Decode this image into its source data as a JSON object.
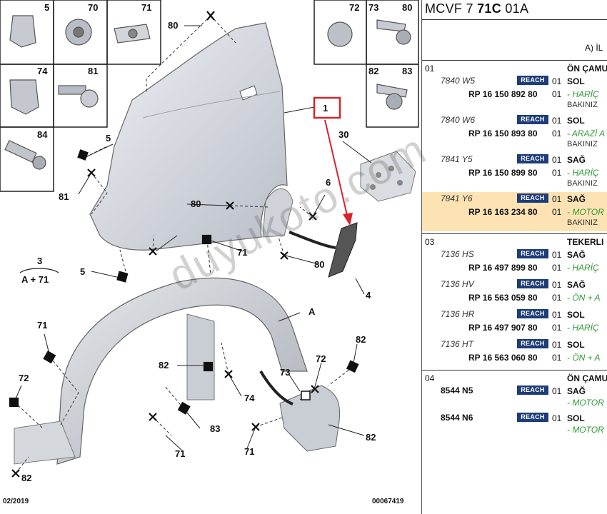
{
  "header": {
    "ref_prefix": "MCVF 7 ",
    "ref_bold": "71C",
    "ref_suffix": " 01A",
    "col_heading": "A) İL"
  },
  "callouts": [
    "5",
    "70",
    "71",
    "74",
    "81",
    "84",
    "72",
    "73",
    "80",
    "82",
    "83",
    "1",
    "30",
    "80",
    "5",
    "81",
    "80",
    "71",
    "3",
    "A + 71",
    "5",
    "80",
    "4",
    "A",
    "71",
    "72",
    "82",
    "74",
    "83",
    "71",
    "71",
    "82",
    "72",
    "82",
    "73",
    "6",
    "82"
  ],
  "watermark": "duyukoto.com",
  "footer": {
    "date": "02/2019",
    "code": "00067419"
  },
  "groups": [
    {
      "num": "01",
      "title": "ÖN ÇAMU",
      "items": [
        {
          "code": "7840 W5",
          "reach": "REACH",
          "qty1": "01",
          "side": "SOL",
          "rp": "RP 16 150 892 80",
          "qty2": "01",
          "note": "- HARİÇ",
          "note2": "BAKINIZ"
        },
        {
          "code": "7840 W6",
          "reach": "REACH",
          "qty1": "01",
          "side": "SOL",
          "rp": "RP 16 150 893 80",
          "qty2": "01",
          "note": "- ARAZİ A",
          "note2": "BAKINIZ"
        },
        {
          "code": "7841 Y5",
          "reach": "REACH",
          "qty1": "01",
          "side": "SAĞ",
          "rp": "RP 16 150 899 80",
          "qty2": "01",
          "note": "- HARİÇ",
          "note2": "BAKINIZ"
        },
        {
          "code": "7841 Y6",
          "reach": "REACH",
          "qty1": "01",
          "side": "SAĞ",
          "rp": "RP 16 163 234 80",
          "qty2": "01",
          "note": "- MOTOR",
          "note2": "BAKINIZ"
        }
      ]
    },
    {
      "num": "03",
      "title": "TEKERLI",
      "items": [
        {
          "code": "7136 HS",
          "reach": "REACH",
          "qty1": "01",
          "side": "SAĞ",
          "rp": "RP 16 497 899 80",
          "qty2": "01",
          "note": "- HARİÇ"
        },
        {
          "code": "7136 HV",
          "reach": "REACH",
          "qty1": "01",
          "side": "SAĞ",
          "rp": "RP 16 563 059 80",
          "qty2": "01",
          "note": "- ÖN + A"
        },
        {
          "code": "7136 HR",
          "reach": "REACH",
          "qty1": "01",
          "side": "SOL",
          "rp": "RP 16 497 907 80",
          "qty2": "01",
          "note": "- HARİÇ"
        },
        {
          "code": "7136 HT",
          "reach": "REACH",
          "qty1": "01",
          "side": "SOL",
          "rp": "RP 16 563 060 80",
          "qty2": "01",
          "note": "- ÖN + A"
        }
      ]
    },
    {
      "num": "04",
      "title": "ÖN ÇAMU",
      "items": [
        {
          "code": "8544 N5",
          "reach": "REACH",
          "qty1": "01",
          "side": "SAĞ",
          "note": "- MOTOR"
        },
        {
          "code": "8544 N6",
          "reach": "REACH",
          "qty1": "01",
          "side": "SOL",
          "note": "- MOTOR"
        }
      ]
    }
  ],
  "colors": {
    "highlight_row": "#fde3b4",
    "reach_badge": "#1d3c78",
    "note_green": "#2e9a36",
    "callout_box": "#d9232b"
  }
}
